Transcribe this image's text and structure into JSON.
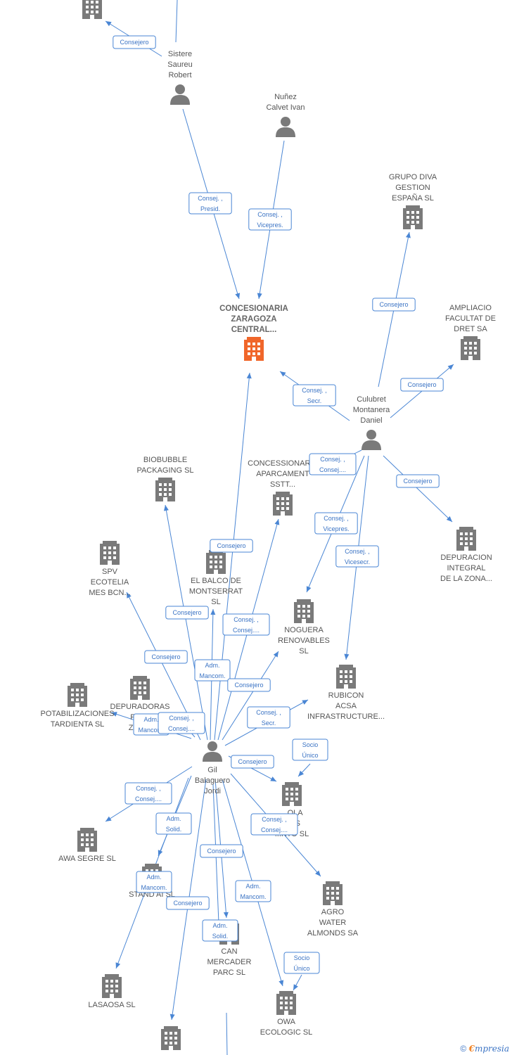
{
  "nodes": [
    {
      "id": "top",
      "type": "company",
      "lines": []
    },
    {
      "id": "sistere",
      "type": "person",
      "lines": [
        "Sistere",
        "Saureu",
        "Robert"
      ]
    },
    {
      "id": "nunez",
      "type": "person",
      "lines": [
        "Nuñez",
        "Calvet Ivan"
      ]
    },
    {
      "id": "grupo_diva",
      "type": "company",
      "lines": [
        "GRUPO DIVA",
        "GESTION",
        "ESPAÑA  SL"
      ]
    },
    {
      "id": "concesionaria",
      "type": "company",
      "main": true,
      "lines": [
        "CONCESIONARIA",
        "ZARAGOZA",
        "CENTRAL..."
      ]
    },
    {
      "id": "ampliacio",
      "type": "company",
      "lines": [
        "AMPLIACIO",
        "FACULTAT DE",
        "DRET SA"
      ]
    },
    {
      "id": "culubret",
      "type": "person",
      "lines": [
        "Culubret",
        "Montanera",
        "Daniel"
      ]
    },
    {
      "id": "biobubble",
      "type": "company",
      "lines": [
        "BIOBUBBLE",
        "PACKAGING  SL"
      ]
    },
    {
      "id": "concessionaria_ap",
      "type": "company",
      "lines": [
        "CONCESSIONARIA",
        "APARCAMENT",
        "SSTT..."
      ]
    },
    {
      "id": "depuracion",
      "type": "company",
      "lines": [
        "DEPURACION",
        "INTEGRAL",
        "DE LA ZONA..."
      ]
    },
    {
      "id": "spv",
      "type": "company",
      "lines": [
        "SPV",
        "ECOTELIA",
        "MES BCN..."
      ]
    },
    {
      "id": "balco",
      "type": "company",
      "lines": [
        "EL BALCO DE",
        "MONTSERRAT",
        "SL"
      ]
    },
    {
      "id": "noguera",
      "type": "company",
      "lines": [
        "NOGUERA",
        "RENOVABLES",
        "SL"
      ]
    },
    {
      "id": "rubicon",
      "type": "company",
      "lines": [
        "RUBICON",
        "ACSA",
        "INFRASTRUCTURE..."
      ]
    },
    {
      "id": "potabilizaciones",
      "type": "company",
      "lines": [
        "POTABILIZACIONES",
        "TARDIENTA  SL"
      ]
    },
    {
      "id": "depuradoras",
      "type": "company",
      "lines": [
        "DEPURADORAS",
        "PIR...",
        "ZON..."
      ]
    },
    {
      "id": "gil",
      "type": "person",
      "lines": [
        "Gil",
        "Balaguero",
        "Jordi"
      ]
    },
    {
      "id": "ola",
      "type": "company",
      "lines": [
        "...OLA",
        "...ES",
        "...RTO SL"
      ]
    },
    {
      "id": "awa",
      "type": "company",
      "lines": [
        "AWA SEGRE  SL"
      ]
    },
    {
      "id": "stand",
      "type": "company",
      "lines": [
        "STAND AI  SL"
      ]
    },
    {
      "id": "agro",
      "type": "company",
      "lines": [
        "AGRO",
        "WATER",
        "ALMONDS SA"
      ]
    },
    {
      "id": "can_mercader",
      "type": "company",
      "lines": [
        "CAN",
        "MERCADER",
        "PARC  SL"
      ]
    },
    {
      "id": "lasaosa",
      "type": "company",
      "lines": [
        "LASAOSA  SL"
      ]
    },
    {
      "id": "owa",
      "type": "company",
      "lines": [
        "OWA",
        "ECOLOGIC  SL"
      ]
    },
    {
      "id": "bottom",
      "type": "company",
      "lines": []
    }
  ],
  "edges": [
    {
      "from": "sistere",
      "to": "top",
      "labels": [
        "Consejero"
      ]
    },
    {
      "from": "sistere",
      "to": "concesionaria",
      "labels": [
        "Consej. ,",
        "Presid."
      ]
    },
    {
      "from": "nunez",
      "to": "concesionaria",
      "labels": [
        "Consej. ,",
        "Vicepres."
      ]
    },
    {
      "from": "culubret",
      "to": "grupo_diva",
      "labels": [
        "Consejero"
      ]
    },
    {
      "from": "culubret",
      "to": "concesionaria",
      "labels": [
        "Consej. ,",
        "Secr."
      ]
    },
    {
      "from": "culubret",
      "to": "ampliacio",
      "labels": [
        "Consejero"
      ]
    },
    {
      "from": "culubret",
      "to": "depuracion",
      "labels": [
        "Consejero"
      ]
    },
    {
      "from": "culubret",
      "to": "noguera",
      "labels": [
        "Consej. ,",
        "Vicepres."
      ]
    },
    {
      "from": "culubret",
      "to": "rubicon",
      "labels": [
        "Consej. ,",
        "Vicesecr."
      ]
    },
    {
      "from": "culubret",
      "to": "concessionaria_ap",
      "labels": [
        "Consej. ,",
        "Consej...."
      ]
    },
    {
      "from": "gil",
      "to": "concesionaria",
      "labels": [
        "Consejero"
      ]
    },
    {
      "from": "gil",
      "to": "biobubble",
      "labels": [
        "Consejero"
      ]
    },
    {
      "from": "gil",
      "to": "spv",
      "labels": [
        "Consejero"
      ]
    },
    {
      "from": "gil",
      "to": "balco",
      "labels": [
        "Adm.",
        "Mancom."
      ]
    },
    {
      "from": "gil",
      "to": "concessionaria_ap",
      "labels": [
        "Consej. ,",
        "Consej...."
      ]
    },
    {
      "from": "gil",
      "to": "noguera",
      "labels": [
        "Consejero"
      ]
    },
    {
      "from": "gil",
      "to": "rubicon",
      "labels": [
        "Consej. ,",
        "Secr."
      ]
    },
    {
      "from": "gil",
      "to": "potabilizaciones",
      "labels": [
        "Adm.",
        "Mancom."
      ]
    },
    {
      "from": "gil",
      "to": "depuradoras",
      "labels": [
        "Consej. ,",
        "Consej...."
      ]
    },
    {
      "from": "gil",
      "to": "ola",
      "labels": [
        "Consejero"
      ]
    },
    {
      "from": "gil",
      "to": "awa",
      "labels": [
        "Consej. ,",
        "Consej...."
      ]
    },
    {
      "from": "gil",
      "to": "stand",
      "labels": [
        "Adm.",
        "Solid."
      ]
    },
    {
      "from": "gil",
      "to": "agro",
      "labels": [
        "Consej. ,",
        "Consej...."
      ]
    },
    {
      "from": "gil",
      "to": "can_mercader",
      "labels": [
        "Consejero"
      ]
    },
    {
      "from": "gil",
      "to": "lasaosa",
      "labels": [
        "Adm.",
        "Mancom."
      ]
    },
    {
      "from": "gil",
      "to": "bottom",
      "labels": [
        "Consejero"
      ]
    },
    {
      "from": "gil",
      "to": "can_mercader",
      "labels": [
        "Adm.",
        "Solid."
      ]
    },
    {
      "from": "gil",
      "to": "owa",
      "labels": [
        "Adm.",
        "Mancom."
      ]
    },
    {
      "from": "rubicon",
      "to": "ola",
      "labels": [
        "Socio",
        "Único"
      ]
    },
    {
      "from": "agro",
      "to": "owa",
      "labels": [
        "Socio",
        "Único"
      ]
    }
  ],
  "colors": {
    "edge": "#4a86d4",
    "company_icon": "#7a7a7a",
    "main_icon": "#f0662a",
    "person_icon": "#7a7a7a"
  },
  "footer": {
    "copyright": "©",
    "brand_initial": "€",
    "brand_rest": "mpresia"
  }
}
